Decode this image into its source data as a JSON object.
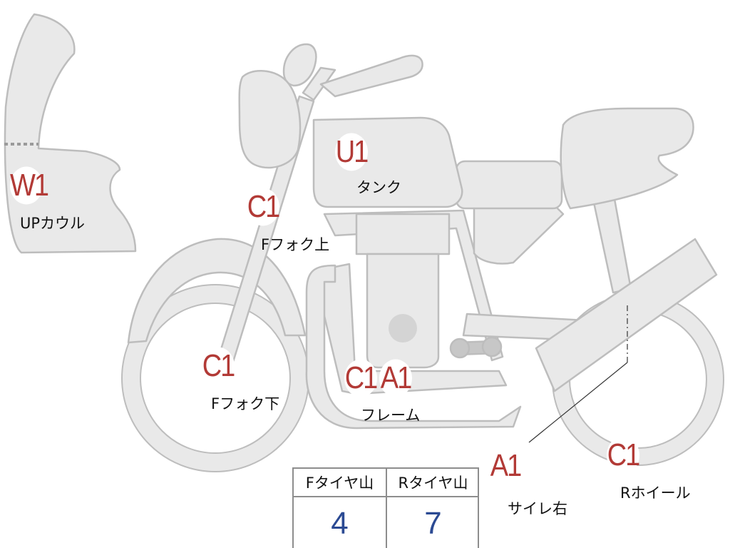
{
  "markers": [
    {
      "id": "w1",
      "code": "W1",
      "label": "UPカウル"
    },
    {
      "id": "u1",
      "code": "U1",
      "label": "タンク"
    },
    {
      "id": "c1-fork-upper",
      "code": "C1",
      "label": "Fフォク上"
    },
    {
      "id": "c1-fork-lower",
      "code": "C1",
      "label": "Fフォク下"
    },
    {
      "id": "c1-frame",
      "code": "C1",
      "label": ""
    },
    {
      "id": "a1-frame",
      "code": "A1",
      "label": "フレーム"
    },
    {
      "id": "a1-muffler",
      "code": "A1",
      "label": "サイレ右"
    },
    {
      "id": "c1-rear-wheel",
      "code": "C1",
      "label": "Rホイール"
    }
  ],
  "tire_table": {
    "front_header": "Fタイヤ山",
    "rear_header": "Rタイヤ山",
    "front_value": "4",
    "rear_value": "7"
  },
  "colors": {
    "part_fill": "#e9e9e9",
    "part_stroke": "#bdbdbd",
    "badge_text": "#b23a36",
    "table_value": "#2b4a93"
  }
}
